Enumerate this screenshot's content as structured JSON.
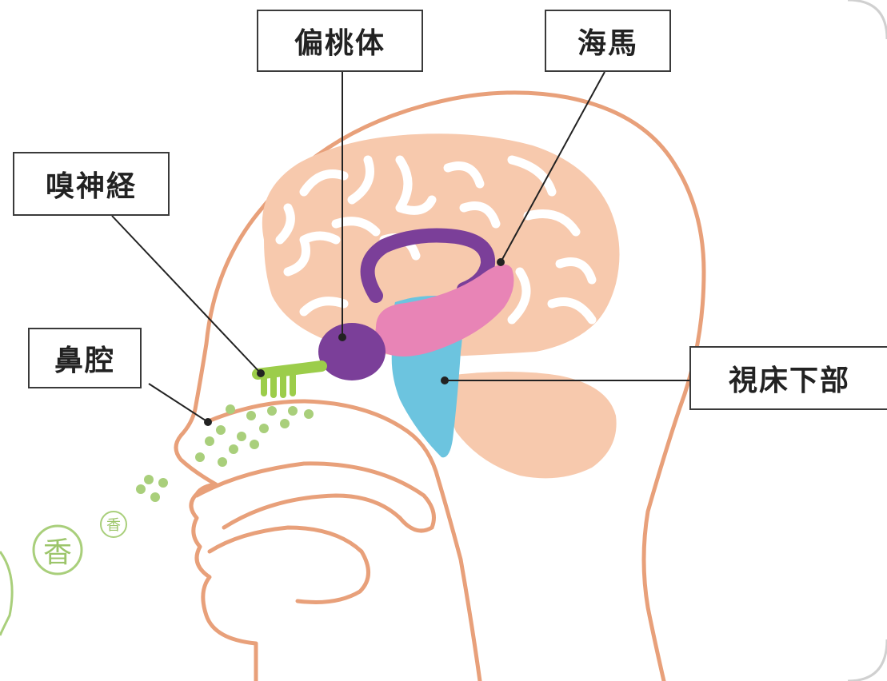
{
  "labels": {
    "amygdala": "偏桃体",
    "hippocampus": "海馬",
    "olfactory_nerve": "嗅神経",
    "nasal_cavity": "鼻腔",
    "hypothalamus": "視床下部"
  },
  "scent": {
    "large_glyph": "香",
    "small_glyph": "香"
  },
  "colors": {
    "head_outline": "#e8a07a",
    "brain_fill": "#f7c9ad",
    "amygdala": "#7b3f99",
    "hippocampus": "#e884b6",
    "hypothalamus": "#6cc4df",
    "olfactory": "#9ccd4a",
    "scent": "#a9cf7b",
    "leader_line": "#222222"
  }
}
